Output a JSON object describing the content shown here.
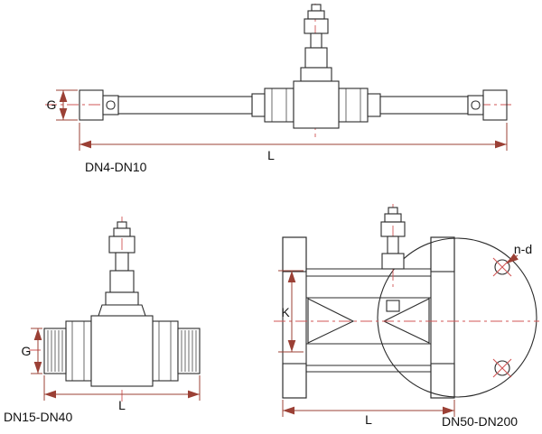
{
  "colors": {
    "background": "#ffffff",
    "outline": "#2b2b2b",
    "dimension_lines": "#9b4035",
    "centerlines": "#d25555",
    "label_text": "#111111"
  },
  "drawings": {
    "dn4_dn10": {
      "caption": "DN4-DN10",
      "dim_g": "G",
      "dim_l": "L"
    },
    "dn15_dn40": {
      "caption": "DN15-DN40",
      "dim_g": "G",
      "dim_l": "L"
    },
    "dn50_dn200": {
      "caption": "DN50-DN200",
      "dim_k": "K",
      "dim_l": "L",
      "bolt_holes_label": "n-d"
    }
  }
}
